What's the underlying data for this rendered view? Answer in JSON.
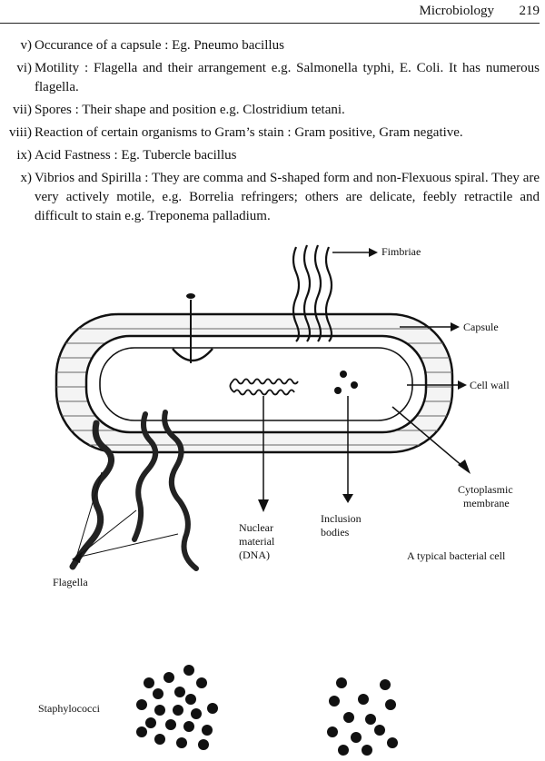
{
  "header": {
    "title": "Microbiology",
    "page": "219"
  },
  "items": [
    {
      "num": "v)",
      "text": "Occurance of a capsule : Eg. Pneumo bacillus"
    },
    {
      "num": "vi)",
      "text": "Motility : Flagella and their arrangement e.g. Salmonella typhi, E. Coli. It has numerous flagella."
    },
    {
      "num": "vii)",
      "text": "Spores : Their shape and position e.g. Clostridium tetani."
    },
    {
      "num": "viii)",
      "text": "Reaction of certain organisms to Gram’s stain : Gram positive, Gram negative."
    },
    {
      "num": "ix)",
      "text": "Acid Fastness : Eg. Tubercle bacillus"
    },
    {
      "num": "x)",
      "text": "Vibrios and Spirilla : They are comma and S-shaped form and non-Flexuous spiral. They are very actively motile, e.g. Borrelia refringers; others are delicate, feebly retractile and difficult to stain e.g. Treponema palladium."
    }
  ],
  "labels": {
    "fimbriae": "Fimbriae",
    "capsule": "Capsule",
    "cell_wall": "Cell wall",
    "cytoplasmic_1": "Cytoplasmic",
    "cytoplasmic_2": "membrane",
    "inclusion_1": "Inclusion",
    "inclusion_2": "bodies",
    "nuclear_1": "Nuclear",
    "nuclear_2": "material",
    "nuclear_3": "(DNA)",
    "flagella": "Flagella",
    "caption": "A typical bacterial cell",
    "staphylococci": "Staphylococci"
  }
}
